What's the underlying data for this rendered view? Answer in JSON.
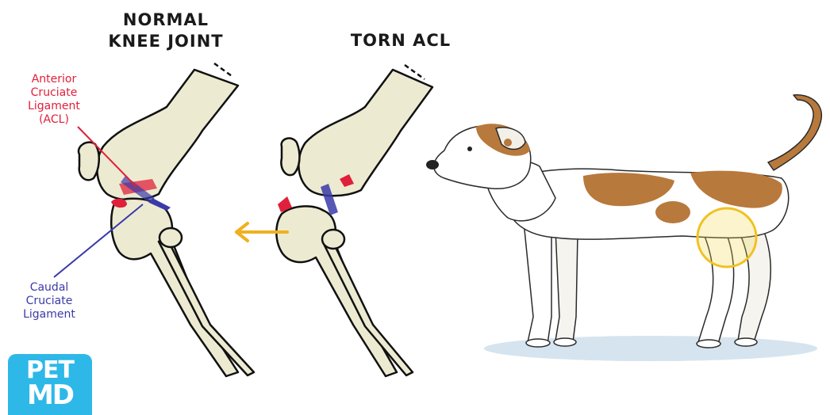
{
  "titles": {
    "normal_line1": "NORMAL",
    "normal_line2": "KNEE JOINT",
    "torn": "TORN ACL"
  },
  "labels": {
    "acl_line1": "Anterior",
    "acl_line2": "Cruciate",
    "acl_line3": "Ligament",
    "acl_line4": "(ACL)",
    "ccl_line1": "Caudal",
    "ccl_line2": "Cruciate",
    "ccl_line3": "Ligament"
  },
  "logo": {
    "line1": "PET",
    "line2": "MD"
  },
  "colors": {
    "bone": "#ecebd2",
    "outline": "#111111",
    "acl_red": "#e0203a",
    "ccl_blue": "#3a3aa8",
    "arrow": "#f0b020",
    "dog_tan": "#b8793c",
    "highlight": "#f2d64a",
    "logo_bg": "#2db8e8"
  }
}
